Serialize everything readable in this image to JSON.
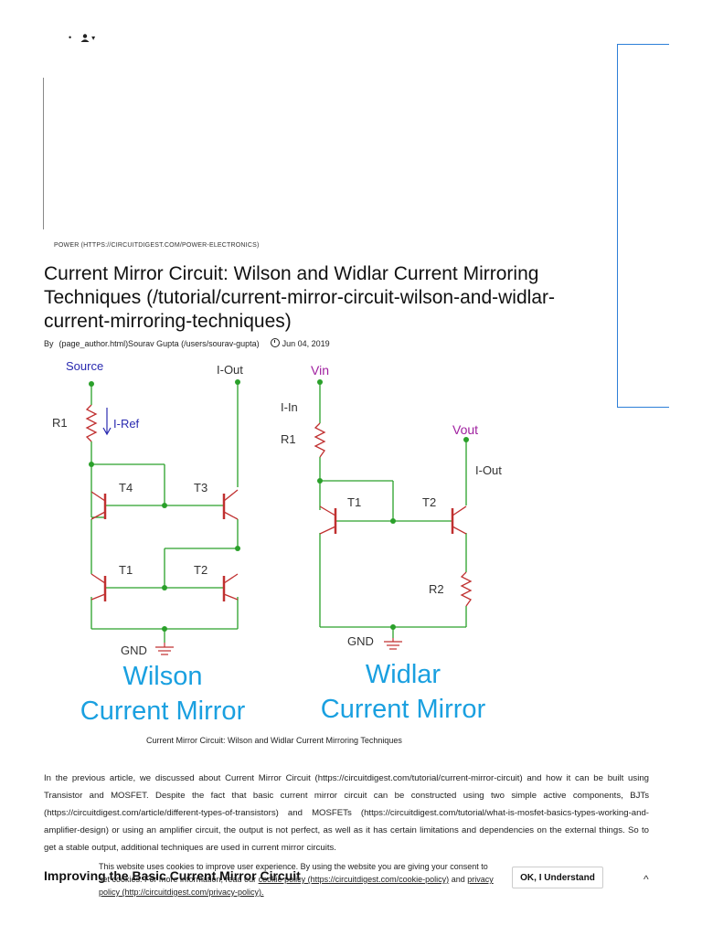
{
  "topnav": {
    "bullet": "•",
    "caret": "▾"
  },
  "category": "POWER (HTTPS://CIRCUITDIGEST.COM/POWER-ELECTRONICS)",
  "title_lines": [
    "Current Mirror Circuit: Wilson and Widlar Current Mirroring",
    "Techniques (/tutorial/current-mirror-circuit-wilson-and-widlar-",
    "current-mirroring-techniques)"
  ],
  "byline": {
    "by": "By",
    "author_link": "(page_author.html)Sourav Gupta (/users/sourav-gupta)",
    "date": "Jun 04, 2019"
  },
  "figure": {
    "wilson": {
      "source": "Source",
      "iout": "I-Out",
      "r1": "R1",
      "iref": "I-Ref",
      "t4": "T4",
      "t3": "T3",
      "t1": "T1",
      "t2": "T2",
      "gnd": "GND",
      "name1": "Wilson",
      "name2": "Current Mirror"
    },
    "widlar": {
      "vin": "Vin",
      "iin": "I-In",
      "r1": "R1",
      "vout": "Vout",
      "iout": "I-Out",
      "t1": "T1",
      "t2": "T2",
      "r2": "R2",
      "gnd": "GND",
      "name1": "Widlar",
      "name2": "Current Mirror"
    }
  },
  "caption": "Current Mirror Circuit: Wilson and Widlar Current Mirroring Techniques",
  "body": "In the previous article, we discussed about Current Mirror Circuit (https://circuitdigest.com/tutorial/current-mirror-circuit) and how it can be built using Transistor and MOSFET. Despite the fact that basic current mirror circuit can be constructed using two simple active components, BJTs (https://circuitdigest.com/article/different-types-of-transistors) and MOSFETs (https://circuitdigest.com/tutorial/what-is-mosfet-basics-types-working-and-amplifier-design) or using an amplifier circuit, the output is not perfect, as well as it has certain limitations and dependencies on the external things. So to get a stable output, additional techniques are used in current mirror circuits.",
  "subheading": "Improving the Basic Current Mirror Circuit",
  "cookie": {
    "text1": "This website uses cookies to improve user experience. By using the website you are giving your consent to set cookies. For more information, read our",
    "cookie_link": "cookie policy (https://circuitdigest.com/cookie-policy)",
    "and": "and",
    "privacy_link": "privacy policy (http://circuitdigest.com/privacy-policy).",
    "ok": "OK, I Understand"
  },
  "scroll_up": "^",
  "colors": {
    "wire": "#2aa02a",
    "label_blue": "#2a2ab0",
    "label_purple": "#a020a0",
    "title_cyan": "#1aa0e0",
    "resistor": "#c03030",
    "accent": "#2d7fd8"
  }
}
